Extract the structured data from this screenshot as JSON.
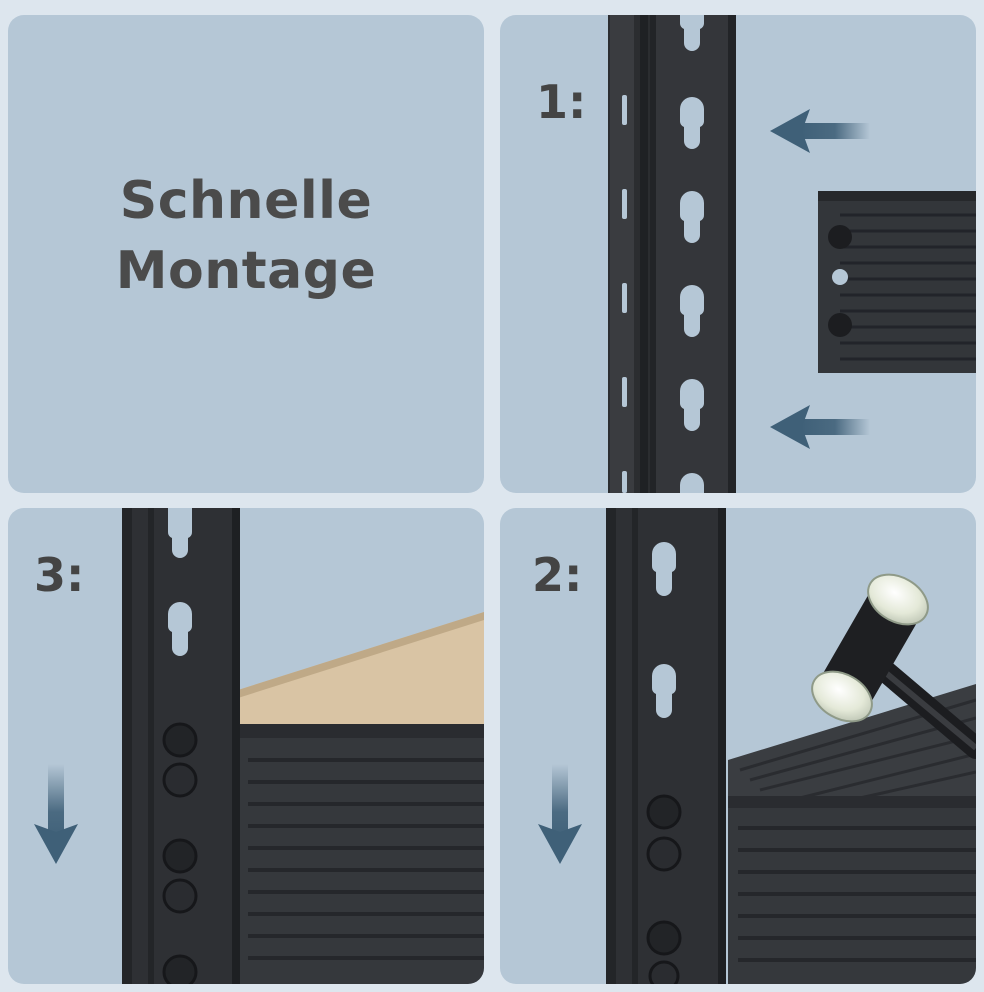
{
  "title": {
    "line1": "Schnelle",
    "line2": "Montage"
  },
  "steps": [
    {
      "label": "1:"
    },
    {
      "label": "2:"
    },
    {
      "label": "3:"
    }
  ],
  "colors": {
    "background": "#dde6ee",
    "panel": "#b5c7d6",
    "text": "#4b4b4b",
    "steel": "#2e3033",
    "arrow": "#3f6078",
    "shelf_board": "#d9c4a4"
  },
  "icons": [
    "left-arrow-icon",
    "down-arrow-icon",
    "rubber-mallet-icon"
  ]
}
